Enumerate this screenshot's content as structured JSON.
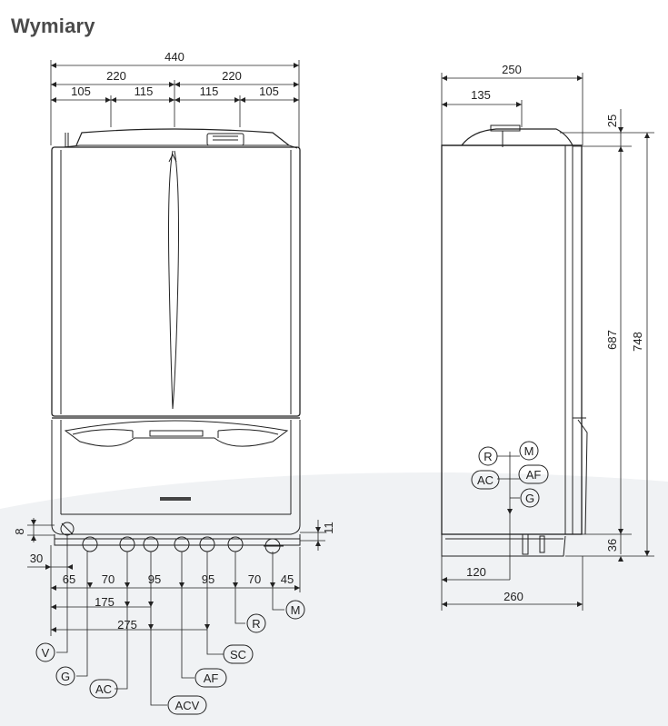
{
  "title": "Wymiary",
  "front_dimensions": {
    "overall_width": "440",
    "half_left": "220",
    "half_right": "220",
    "top_105_left": "105",
    "top_115_left": "115",
    "top_115_right": "115",
    "top_105_right": "105",
    "left_8": "8",
    "left_30": "30",
    "right_11": "11",
    "bottom_65": "65",
    "bottom_70_a": "70",
    "bottom_95_a": "95",
    "bottom_95_b": "95",
    "bottom_70_b": "70",
    "bottom_45": "45",
    "bottom_175": "175",
    "bottom_275": "275"
  },
  "side_dimensions": {
    "depth_250": "250",
    "depth_135": "135",
    "top_25": "25",
    "height_687": "687",
    "height_748": "748",
    "bottom_36": "36",
    "bottom_120": "120",
    "bottom_260": "260"
  },
  "connection_labels": {
    "V": "V",
    "G": "G",
    "AC": "AC",
    "ACV": "ACV",
    "AF": "AF",
    "SC": "SC",
    "R": "R",
    "M": "M"
  },
  "side_connection_labels": {
    "R": "R",
    "M": "M",
    "AC": "AC",
    "AF": "AF",
    "G": "G"
  },
  "colors": {
    "line": "#222222",
    "title": "#4a4a4a",
    "background_sweep": "#f0f2f4"
  }
}
